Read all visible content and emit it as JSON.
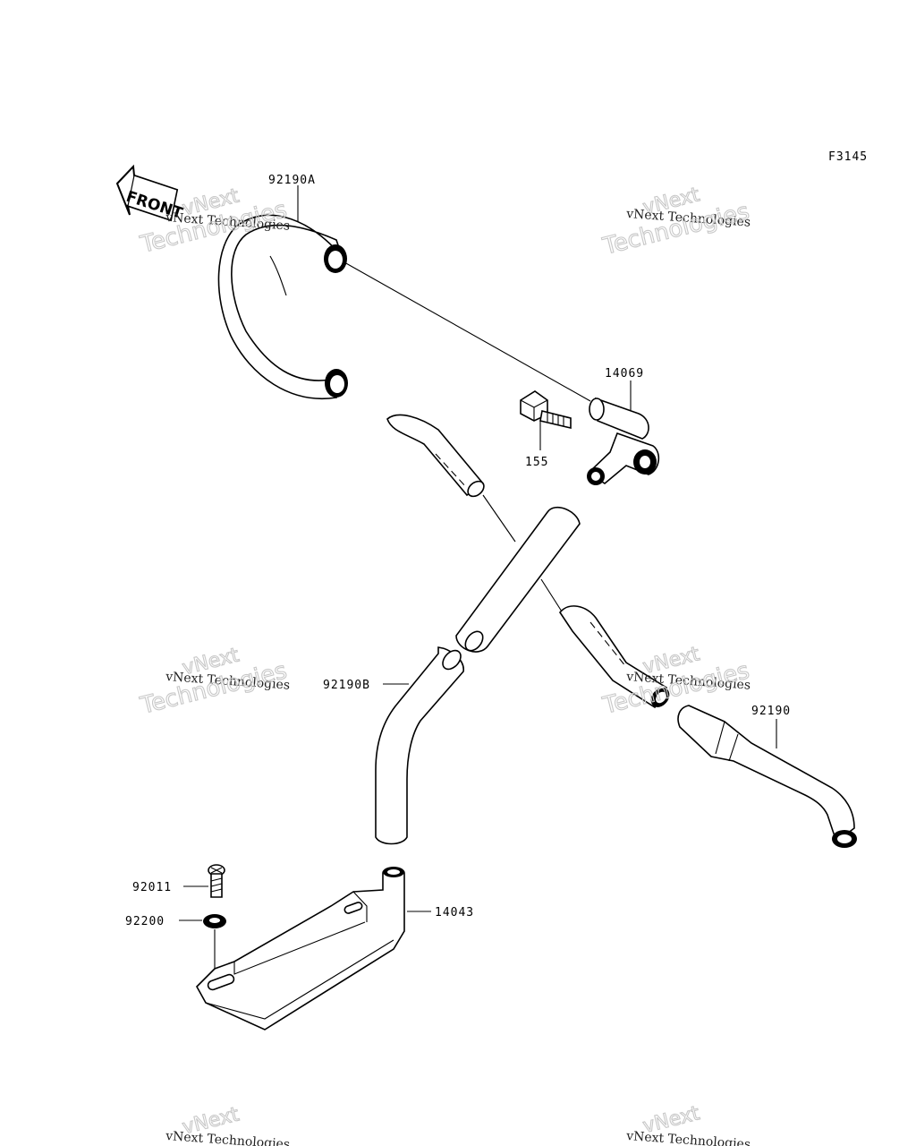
{
  "figure_code": "F3145",
  "front_arrow": {
    "label": "FRONT",
    "icon": "front-arrow-icon"
  },
  "parts": [
    {
      "id": "p92190A",
      "number": "92190A"
    },
    {
      "id": "p14069",
      "number": "14069"
    },
    {
      "id": "p155",
      "number": "155"
    },
    {
      "id": "p92190B",
      "number": "92190B"
    },
    {
      "id": "p92190",
      "number": "92190"
    },
    {
      "id": "p92011",
      "number": "92011"
    },
    {
      "id": "p92200",
      "number": "92200"
    },
    {
      "id": "p14043",
      "number": "14043"
    }
  ],
  "watermark": {
    "line1": "vNext",
    "line2": "vNext Technologies",
    "line3": "Technologies"
  }
}
